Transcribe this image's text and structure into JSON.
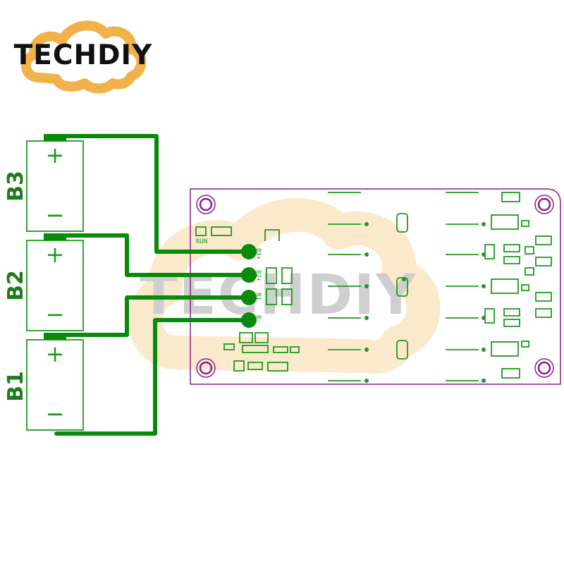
{
  "brand": {
    "logo_text": "TECHDIY",
    "watermark_text": "TECHDIY",
    "cloud_color": "#f2b24a",
    "text_color": "#111111"
  },
  "diagram": {
    "batteries": [
      {
        "label": "B3",
        "plus": "+",
        "minus": "−"
      },
      {
        "label": "B2",
        "plus": "+",
        "minus": "−"
      },
      {
        "label": "B1",
        "plus": "+",
        "minus": "−"
      }
    ],
    "pads": [
      "B3+",
      "B2+",
      "B1",
      "B-"
    ],
    "run_label": "RUN",
    "colors": {
      "wire": "#0a8a0a",
      "silkscreen": "#1f9a1f",
      "board_outline": "#8a1f8a",
      "mount_hole": "#8a1f8a"
    }
  }
}
